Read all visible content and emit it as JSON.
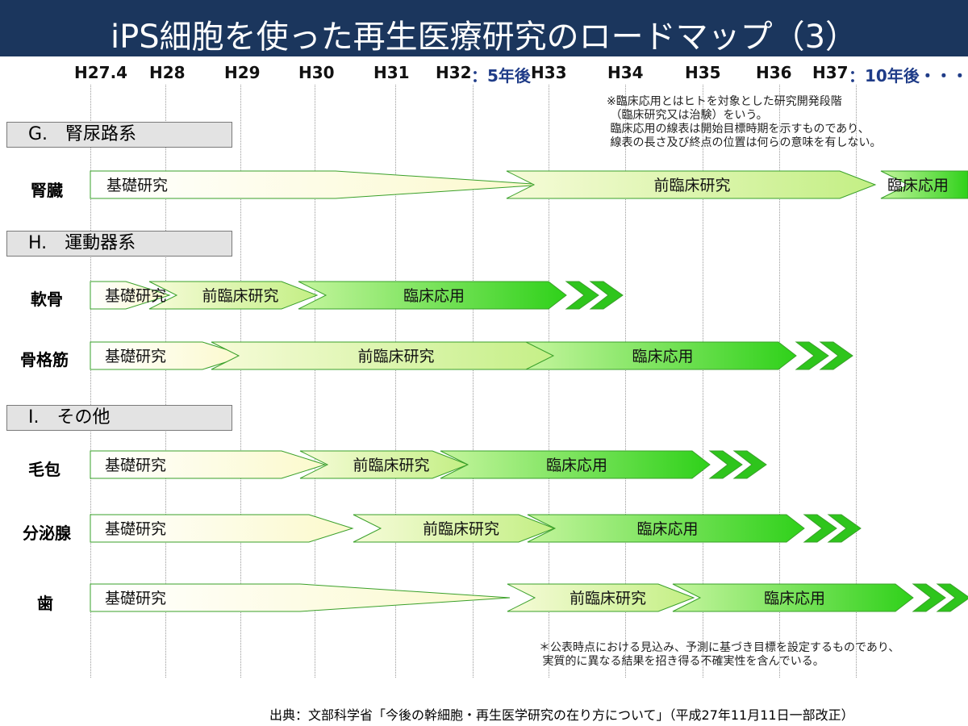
{
  "title": "iPS細胞を使った再生医療研究のロードマップ（3）",
  "years": [
    "H27.4",
    "H28",
    "H29",
    "H30",
    "H31",
    "H32",
    "H33",
    "H34",
    "H35",
    "H36",
    "H37"
  ],
  "markers": {
    "five_years": "5年後",
    "ten_years": "10年後・・・"
  },
  "note_top": "※臨床応用とはヒトを対象とした研究開発段階\n （臨床研究又は治験）をいう。\n 臨床応用の線表は開始目標時期を示すものであり、\n 線表の長さ及び終点の位置は何らの意味を有しない。",
  "note_bottom": "＊公表時点における見込み、予測に基づき目標を設定するものであり、\n 実質的に異なる結果を招き得る不確実性を含んでいる。",
  "source": "出典：文部科学省「今後の幹細胞・再生医学研究の在り方について」（平成27年11月11日一部改正）",
  "phases": {
    "basic": "基礎研究",
    "preclinical": "前臨床研究",
    "clinical": "臨床応用"
  },
  "colors": {
    "basic": "#fffde8",
    "preclinical": "#d9f7a8",
    "clinical": "#4fdc2e",
    "header": "#1b365d",
    "marker": "#1f3c88"
  },
  "sections": [
    {
      "label": "G.　腎尿路系",
      "rows": [
        {
          "label": "腎臓"
        }
      ]
    },
    {
      "label": "H.　運動器系",
      "rows": [
        {
          "label": "軟骨"
        },
        {
          "label": "骨格筋"
        }
      ]
    },
    {
      "label": "I.　その他",
      "rows": [
        {
          "label": "毛包"
        },
        {
          "label": "分泌腺"
        },
        {
          "label": "歯"
        }
      ]
    }
  ],
  "chart_data": {
    "type": "gantt",
    "x_axis": [
      "H27.4",
      "H28",
      "H29",
      "H30",
      "H31",
      "H32",
      "H33",
      "H34",
      "H35",
      "H36",
      "H37"
    ],
    "rows": [
      {
        "name": "腎臓",
        "basic": [
          "H27.4",
          "H33"
        ],
        "preclinical": [
          "H33",
          "H37"
        ],
        "clinical_start": "H37"
      },
      {
        "name": "軟骨",
        "basic": [
          "H27.4",
          "H28"
        ],
        "preclinical": [
          "H28",
          "H30"
        ],
        "clinical_start": "H30"
      },
      {
        "name": "骨格筋",
        "basic": [
          "H27.4",
          "H29"
        ],
        "preclinical": [
          "H29",
          "H33"
        ],
        "clinical_start": "H33"
      },
      {
        "name": "毛包",
        "basic": [
          "H27.4",
          "H30"
        ],
        "preclinical": [
          "H30",
          "H32"
        ],
        "clinical_start": "H32"
      },
      {
        "name": "分泌腺",
        "basic": [
          "H27.4",
          "H30.5"
        ],
        "preclinical": [
          "H30.5",
          "H33"
        ],
        "clinical_start": "H33"
      },
      {
        "name": "歯",
        "basic": [
          "H27.4",
          "H33"
        ],
        "preclinical": [
          "H33",
          "H35"
        ],
        "clinical_start": "H35"
      }
    ]
  }
}
